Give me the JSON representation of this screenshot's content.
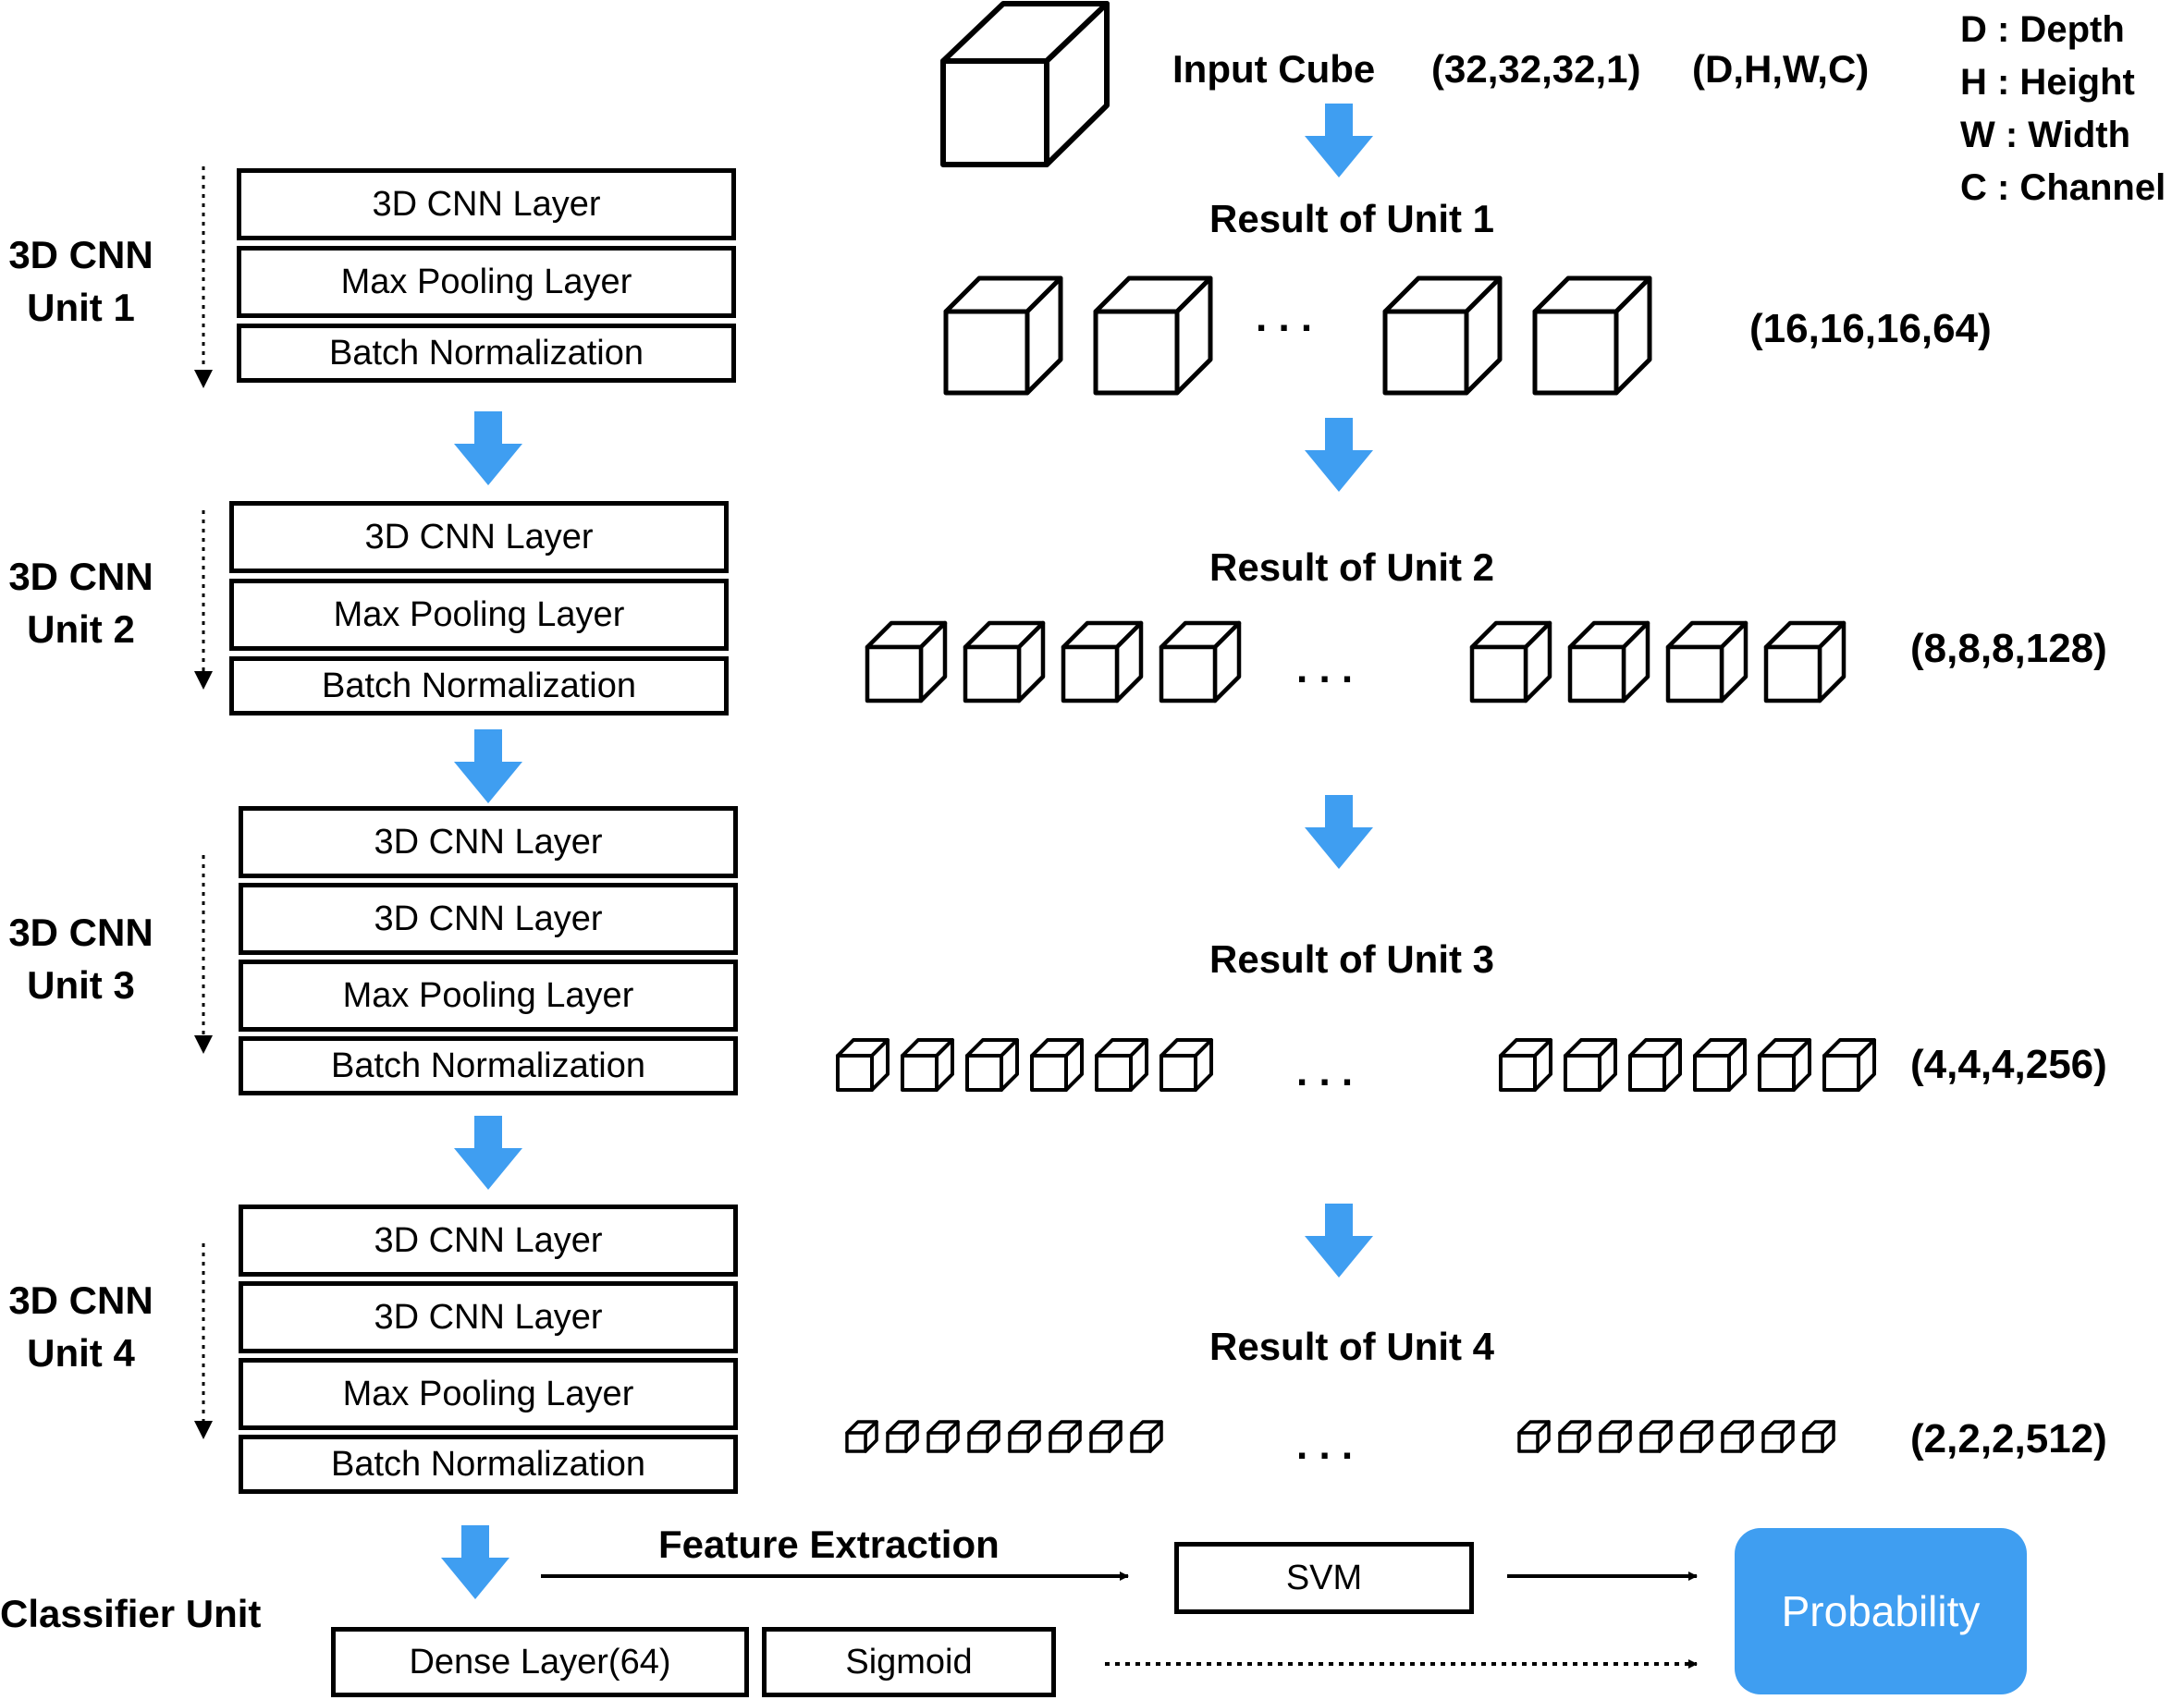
{
  "units": [
    {
      "label_line1": "3D CNN",
      "label_line2": "Unit 1",
      "layers": [
        "3D CNN Layer",
        "Max Pooling Layer",
        "Batch Normalization"
      ]
    },
    {
      "label_line1": "3D CNN",
      "label_line2": "Unit 2",
      "layers": [
        "3D CNN Layer",
        "Max Pooling Layer",
        "Batch Normalization"
      ]
    },
    {
      "label_line1": "3D CNN",
      "label_line2": "Unit 3",
      "layers": [
        "3D CNN Layer",
        "3D CNN Layer",
        "Max Pooling Layer",
        "Batch Normalization"
      ]
    },
    {
      "label_line1": "3D CNN",
      "label_line2": "Unit 4",
      "layers": [
        "3D CNN Layer",
        "3D CNN Layer",
        "Max Pooling Layer",
        "Batch Normalization"
      ]
    }
  ],
  "input": {
    "label": "Input Cube",
    "shape": "(32,32,32,1)",
    "format": "(D,H,W,C)"
  },
  "legend": [
    "D : Depth",
    "H : Height",
    "W : Width",
    "C : Channel"
  ],
  "results": [
    {
      "label": "Result of Unit 1",
      "shape": "(16,16,16,64)"
    },
    {
      "label": "Result of Unit 2",
      "shape": "(8,8,8,128)"
    },
    {
      "label": "Result of Unit 3",
      "shape": "(4,4,4,256)"
    },
    {
      "label": "Result of Unit 4",
      "shape": "(2,2,2,512)"
    }
  ],
  "ellipsis": ". . .",
  "classifier": {
    "label": "Classifier Unit",
    "dense": "Dense Layer(64)",
    "sigmoid": "Sigmoid",
    "feature_extraction": "Feature Extraction",
    "svm": "SVM",
    "output": "Probability"
  },
  "colors": {
    "arrow": "#3f9ef1",
    "output_bg": "#3f9ef1",
    "output_text": "#ffffff",
    "line": "#000000"
  }
}
